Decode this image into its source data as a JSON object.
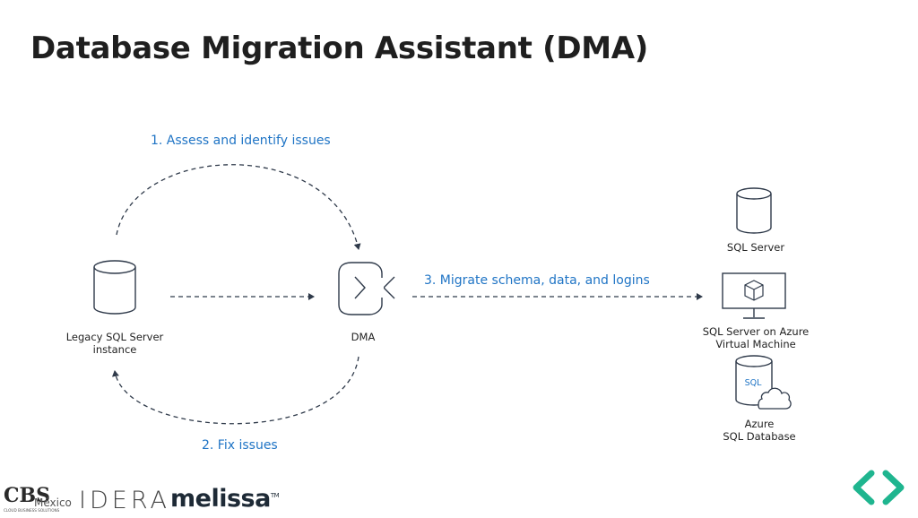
{
  "title": "Database Migration Assistant (DMA)",
  "steps": {
    "assess": "1. Assess and identify issues",
    "fix": "2. Fix issues",
    "migrate": "3. Migrate schema, data, and logins"
  },
  "nodes": {
    "legacy_line1": "Legacy SQL Server",
    "legacy_line2": "instance",
    "dma": "DMA",
    "sql_server": "SQL Server",
    "vm_line1": "SQL Server on Azure",
    "vm_line2": "Virtual Machine",
    "azure_line1": "Azure",
    "azure_line2": "SQL Database",
    "sql_badge": "SQL"
  },
  "logos": {
    "cbs": "CBS",
    "cbs_sub": "México",
    "cbs_tagline": "CLOUD BUSINESS SOLUTIONS",
    "idera": "IDERA",
    "melissa": "melissa",
    "melissa_tm": "TM"
  },
  "colors": {
    "step_text": "#1f74c5",
    "line": "#2f3a4a",
    "nav_green": "#1fb58f"
  },
  "icons": [
    "database-icon",
    "dma-icon",
    "virtual-machine-icon",
    "cloud-icon",
    "navigation-arrows-icon"
  ]
}
